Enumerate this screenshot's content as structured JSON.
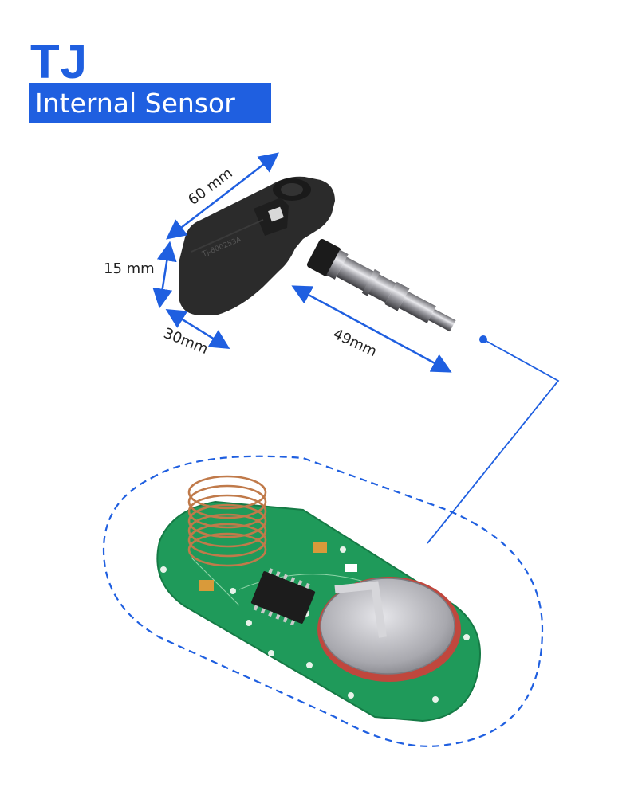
{
  "header": {
    "brand": "TJ",
    "title": "Internal Sensor"
  },
  "dimensions": {
    "length": "60 mm",
    "height": "15 mm",
    "width": "30mm",
    "valve": "49mm"
  },
  "colors": {
    "accent": "#1f5fe0",
    "sensor_body": "#2b2b2b",
    "pcb": "#1f9a5a",
    "coil": "#c07a4a",
    "battery": "#b9b9be"
  }
}
